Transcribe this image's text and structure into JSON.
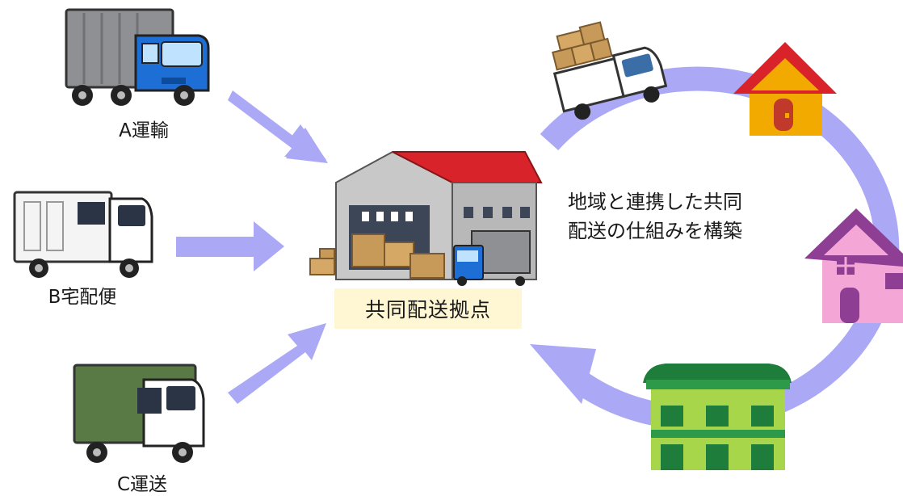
{
  "companies": [
    {
      "name": "A運輸",
      "icon": "box-truck-blue-cab-icon"
    },
    {
      "name": "B宅配便",
      "icon": "delivery-truck-white-icon"
    },
    {
      "name": "C運送",
      "icon": "canvas-truck-green-icon"
    }
  ],
  "hub": {
    "label": "共同配送拠点",
    "icon": "warehouse-icon"
  },
  "cycle_text": [
    "地域と連携した共同",
    "配送の仕組みを構築"
  ],
  "destinations": [
    {
      "icon": "house-red-roof-icon"
    },
    {
      "icon": "house-pink-icon"
    },
    {
      "icon": "apartment-building-green-icon"
    }
  ],
  "cycle_vehicle": {
    "icon": "mini-truck-with-boxes-icon"
  },
  "colors": {
    "arrow": "#aba8f5",
    "hub_label_bg": "#fff6d3",
    "roof_red": "#d8232a",
    "truck_blue": "#1d6fd6"
  }
}
